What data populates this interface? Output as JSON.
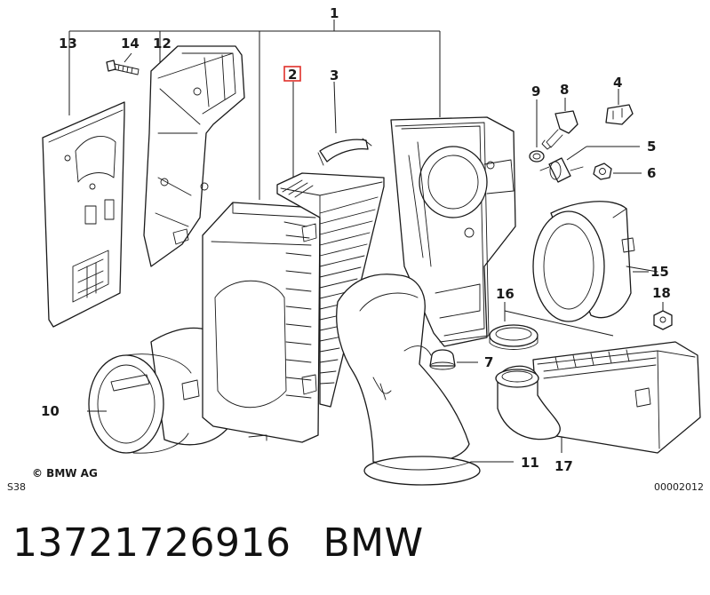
{
  "diagram": {
    "callouts": {
      "c1": "1",
      "c2": "2",
      "c3": "3",
      "c4": "4",
      "c5": "5",
      "c6": "6",
      "c7": "7",
      "c8": "8",
      "c9": "9",
      "c10": "10",
      "c11": "11",
      "c12": "12",
      "c13": "13",
      "c14": "14",
      "c15": "15",
      "c16": "16",
      "c17": "17",
      "c18": "18"
    },
    "highlighted_callout": "2",
    "highlight_color": "#e0302a",
    "copyright": "© BMW AG",
    "sheet_code": "S38",
    "drawing_number": "00002012"
  },
  "caption": {
    "part_number": "13721726916",
    "brand": "BMW"
  }
}
